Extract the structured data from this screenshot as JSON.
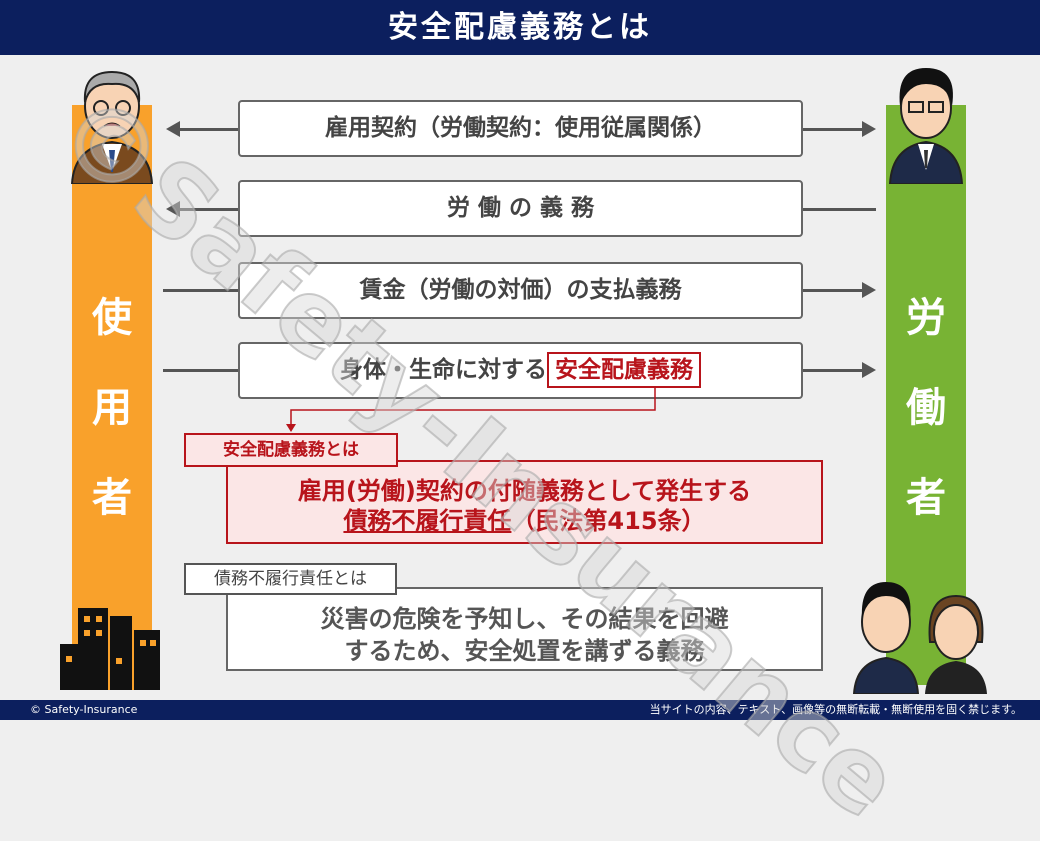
{
  "title": "安全配慮義務とは",
  "employer_label": [
    "使",
    "用",
    "者"
  ],
  "worker_label": [
    "労",
    "働",
    "者"
  ],
  "rows": [
    {
      "text": "雇用契約（労働契約：使用従属関係）"
    },
    {
      "text": "労 働 の 義 務"
    },
    {
      "text": "賃金（労働の対価）の支払義務"
    },
    {
      "text": "身体・生命に対する",
      "highlight": "安全配慮義務"
    }
  ],
  "definition": {
    "label": "安全配慮義務とは",
    "line1": "雇用(労働)契約の付随義務として発生する",
    "line2_underlined": "債務不履行責任",
    "line2_rest": "（民法第415条）"
  },
  "liability": {
    "label": "債務不履行責任とは",
    "line1": "災害の危険を予知し、その結果を回避",
    "line2": "するため、安全処置を講ずる義務"
  },
  "watermark": "©Safety-Insurance",
  "footer": {
    "left": "© Safety-Insurance",
    "right": "当サイトの内容、テキスト、画像等の無断転載・無断使用を固く禁じます。"
  },
  "colors": {
    "navy": "#0c1f5e",
    "orange": "#f9a12b",
    "green": "#78b334",
    "red": "#b8141b"
  }
}
